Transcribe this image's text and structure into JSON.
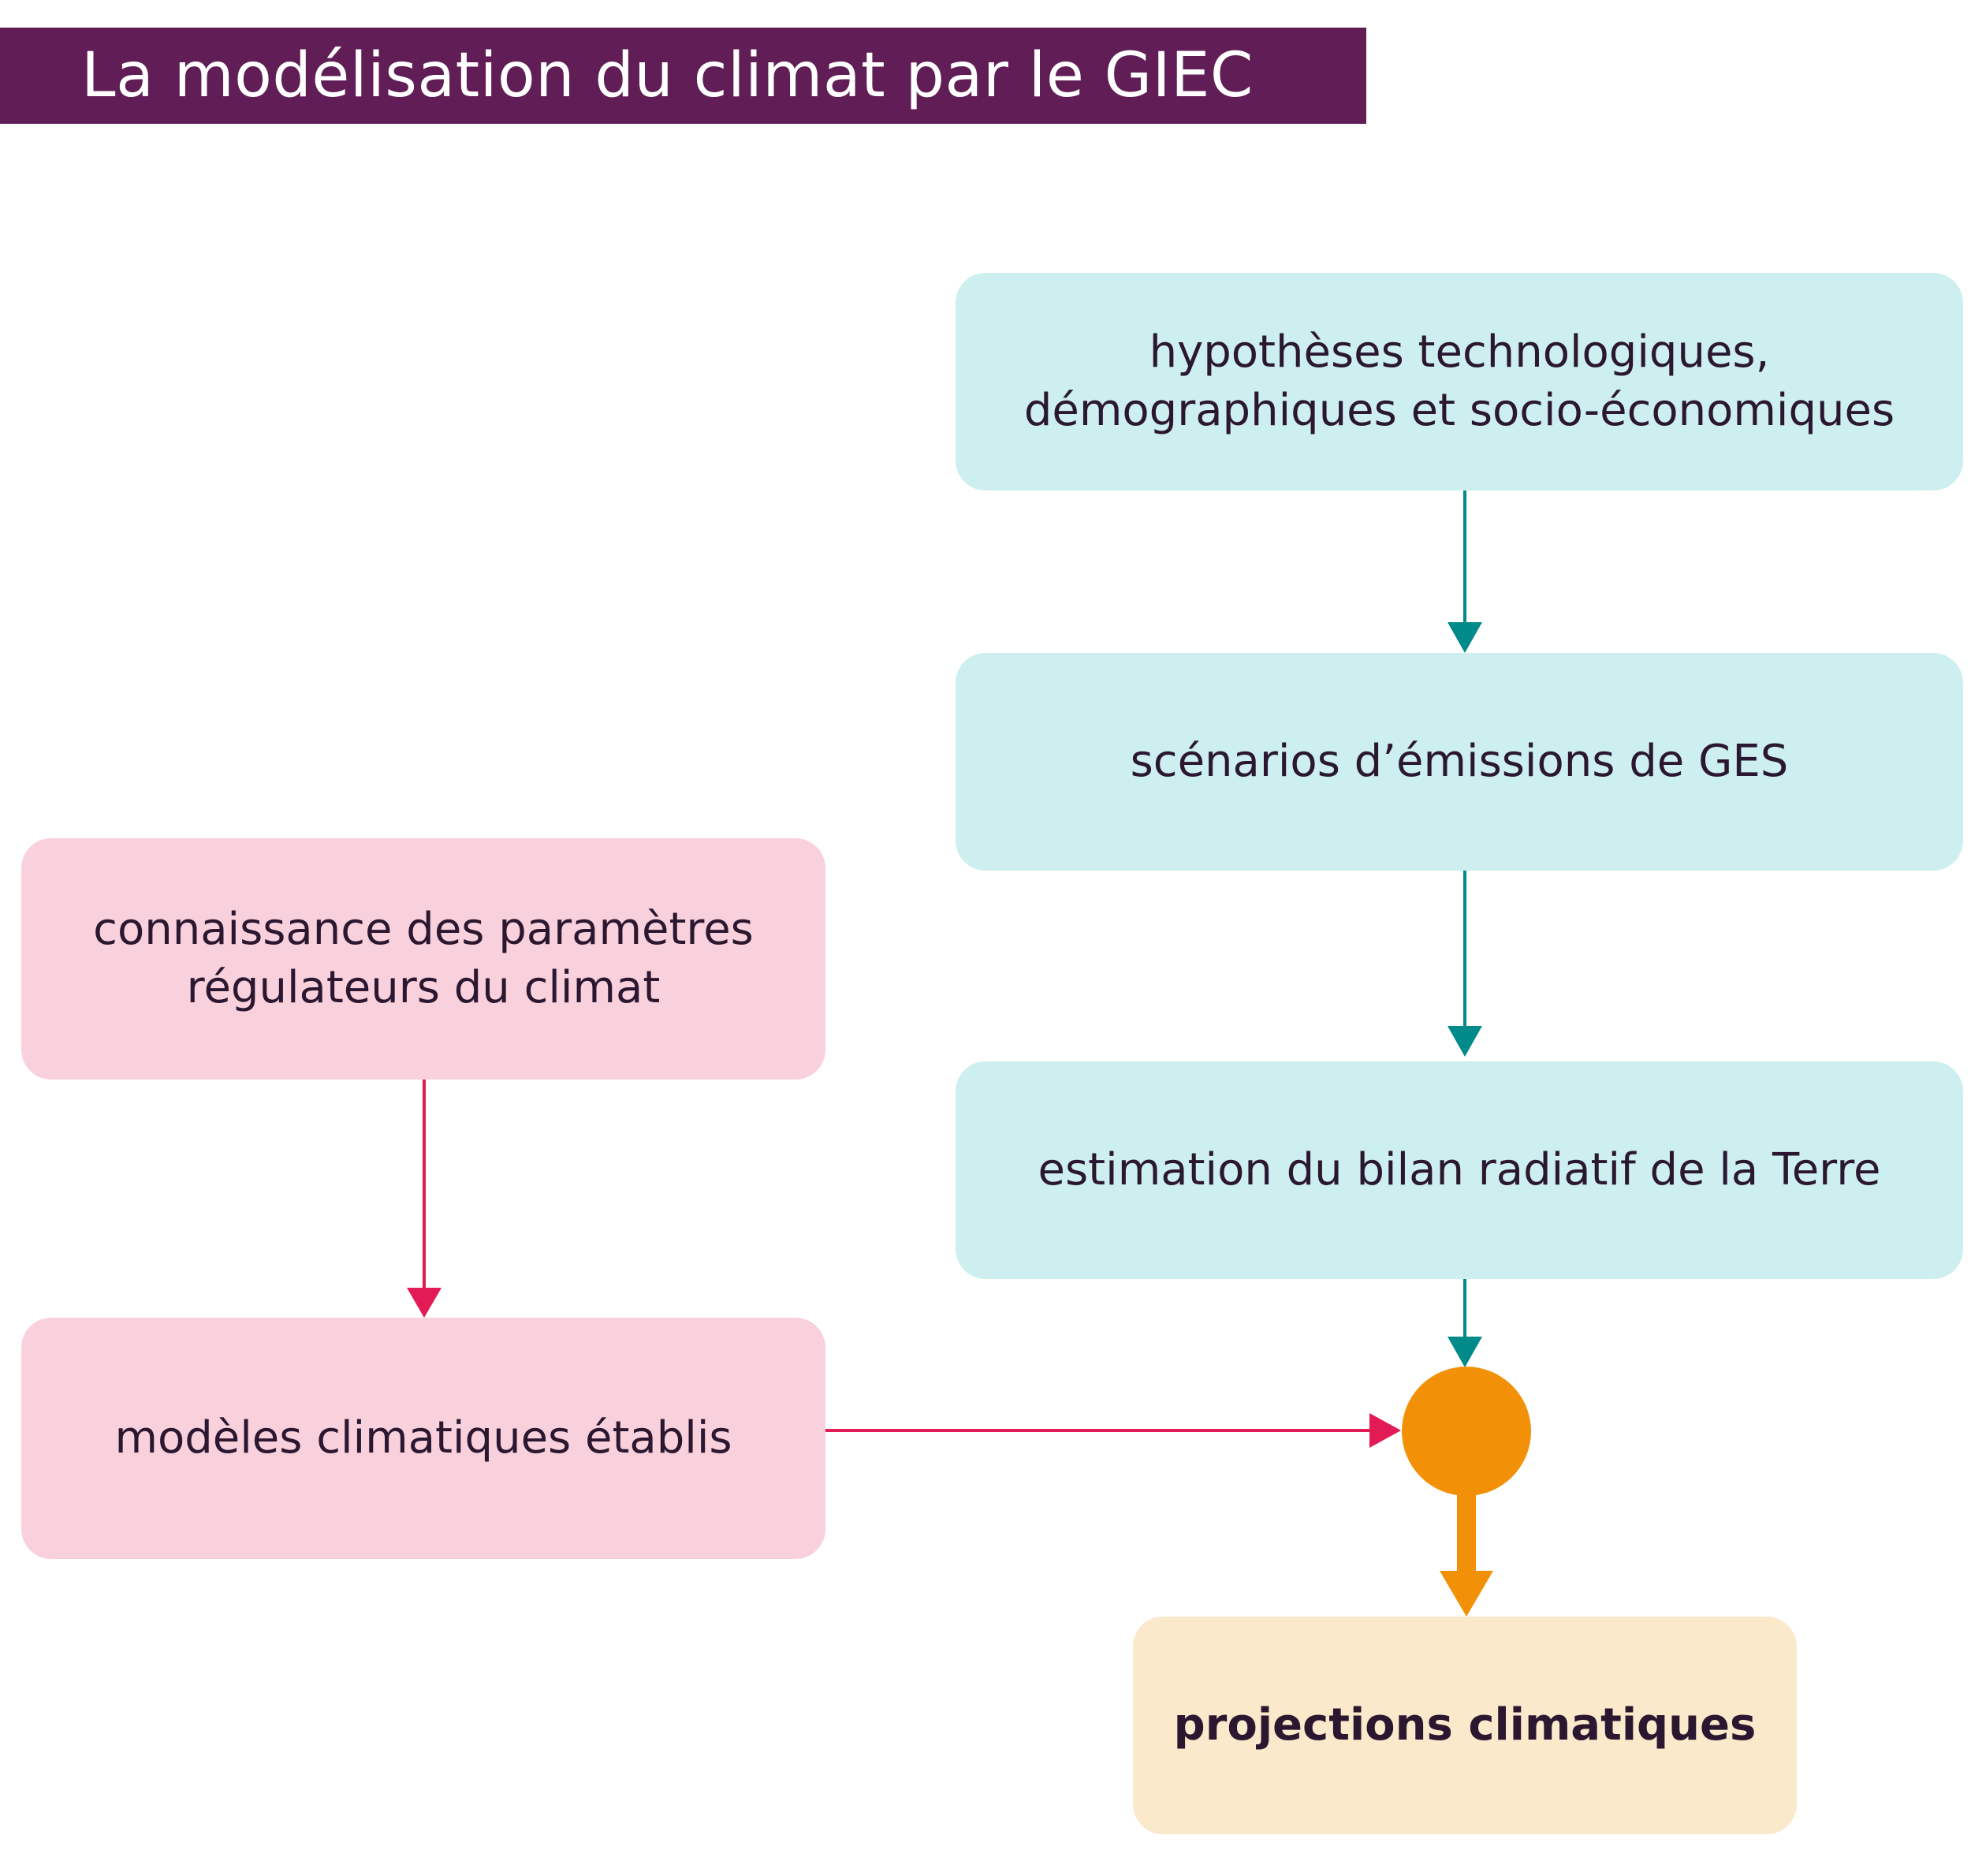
{
  "title": "La modélisation du climat par le GIEC",
  "colors": {
    "title_bar": "#601d56",
    "teal_box": "#cdeff0",
    "teal_arrow": "#008a8a",
    "pink_box": "#f9d1dc",
    "pink_arrow": "#e31b54",
    "cream_box": "#fbe9cc",
    "orange": "#f29107",
    "text": "#2b1830"
  },
  "nodes": {
    "hypotheses": "hypothèses technologiques,\ndémographiques et socio-économiques",
    "scenarios": "scénarios d’émissions de GES",
    "estimation": "estimation du bilan radiatif de la Terre",
    "connaissance": "connaissance des paramètres\nrégulateurs du climat",
    "modeles": "modèles climatiques établis",
    "projections": "projections climatiques"
  }
}
